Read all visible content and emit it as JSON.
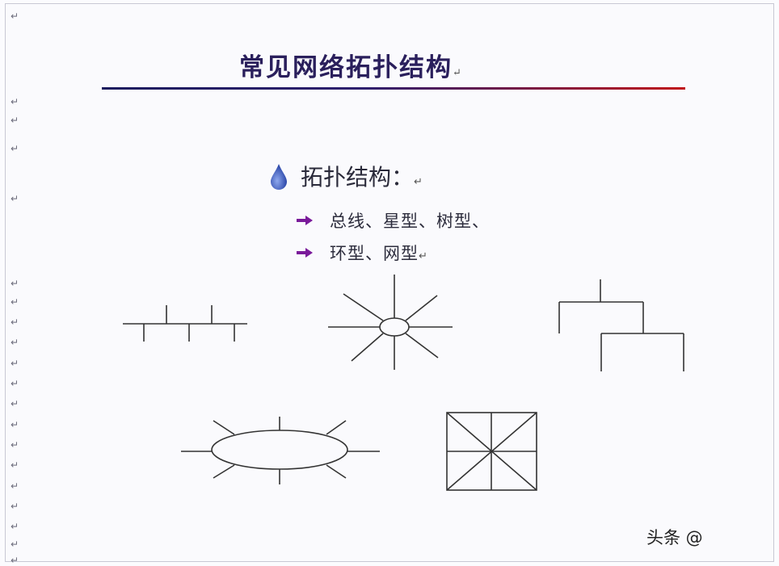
{
  "slide": {
    "title": "常见网络拓扑结构",
    "paragraph_mark": "↵",
    "heading": "拓扑结构：",
    "items": [
      {
        "text": "总线、星型、树型、"
      },
      {
        "text": "环型、网型"
      }
    ],
    "colors": {
      "title": "#2a1f5c",
      "rule_start": "#1c1c5e",
      "rule_end": "#c0101a",
      "drop_icon": "#3a56b8",
      "arrow_icon": "#7a1a9a",
      "diagram_line": "#333333"
    },
    "icons": [
      "water-drop-icon",
      "right-arrow-icon"
    ]
  },
  "watermark": "头条 @"
}
